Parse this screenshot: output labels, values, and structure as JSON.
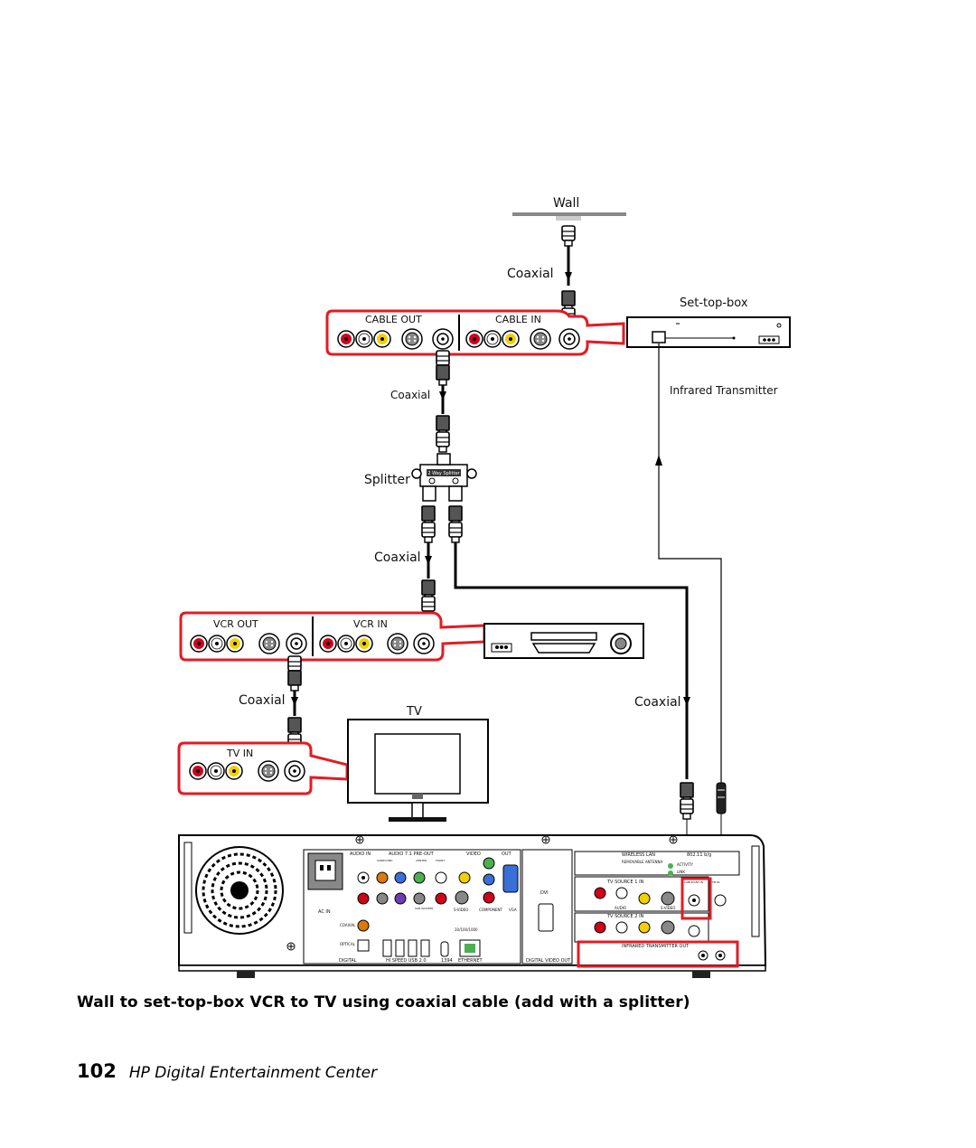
{
  "labels": {
    "wall": "Wall",
    "coaxial": "Coaxial",
    "set_top_box": "Set-top-box",
    "infrared_transmitter": "Infrared Transmitter",
    "splitter": "Splitter",
    "tv": "TV",
    "cable_out": "CABLE OUT",
    "cable_in": "CABLE IN",
    "vcr_out": "VCR OUT",
    "vcr_in": "VCR IN",
    "tv_in": "TV IN",
    "splitter_body": "2 Way Splitter"
  },
  "rear_panel": {
    "audio_in": "AUDIO IN",
    "audio_pre_out": "AUDIO 7.1 PRE-OUT",
    "video": "VIDEO",
    "out": "OUT",
    "ac_in": "AC IN",
    "digital": "DIGITAL",
    "hi_speed_usb": "HI SPEED USB 2.0",
    "ieee1394": "1394",
    "ethernet": "ETHERNET",
    "ethernet_speed": "10/100/1000",
    "digital_video_out": "DIGITAL VIDEO OUT",
    "dvi": "DVI",
    "wireless_lan": "WIRELESS LAN",
    "wlan_std": "802.11 b/g",
    "removable_antenna": "REMOVABLE ANTENNA",
    "activity": "ACTIVITY",
    "link": "LINK",
    "tv_source_1": "TV SOURCE  1  IN",
    "tv_source_2": "TV SOURCE  2  IN",
    "cable_ant_in": "CABLE/ANT IN",
    "fm_in": "FM IN",
    "infrared_transmitter_out": "INFRARED TRANSMITTER OUT",
    "audio": "AUDIO",
    "s_video": "S-VIDEO",
    "component": "COMPONENT",
    "vga": "VGA",
    "coaxial": "COAXIAL",
    "optical": "OPTICAL",
    "surround": "SURROUND",
    "center": "CENTER",
    "front": "FRONT",
    "sub_woofer": "SUB WOOFER"
  },
  "caption": "Wall to set-top-box VCR to TV using coaxial cable (add with a splitter)",
  "footer": {
    "page_number": "102",
    "title": "HP Digital Entertainment Center"
  },
  "colors": {
    "highlight_red": "#e31b23",
    "jack_yellow": "#f2d000",
    "jack_red": "#d0021b",
    "panel_gray": "#e8e8e8"
  }
}
